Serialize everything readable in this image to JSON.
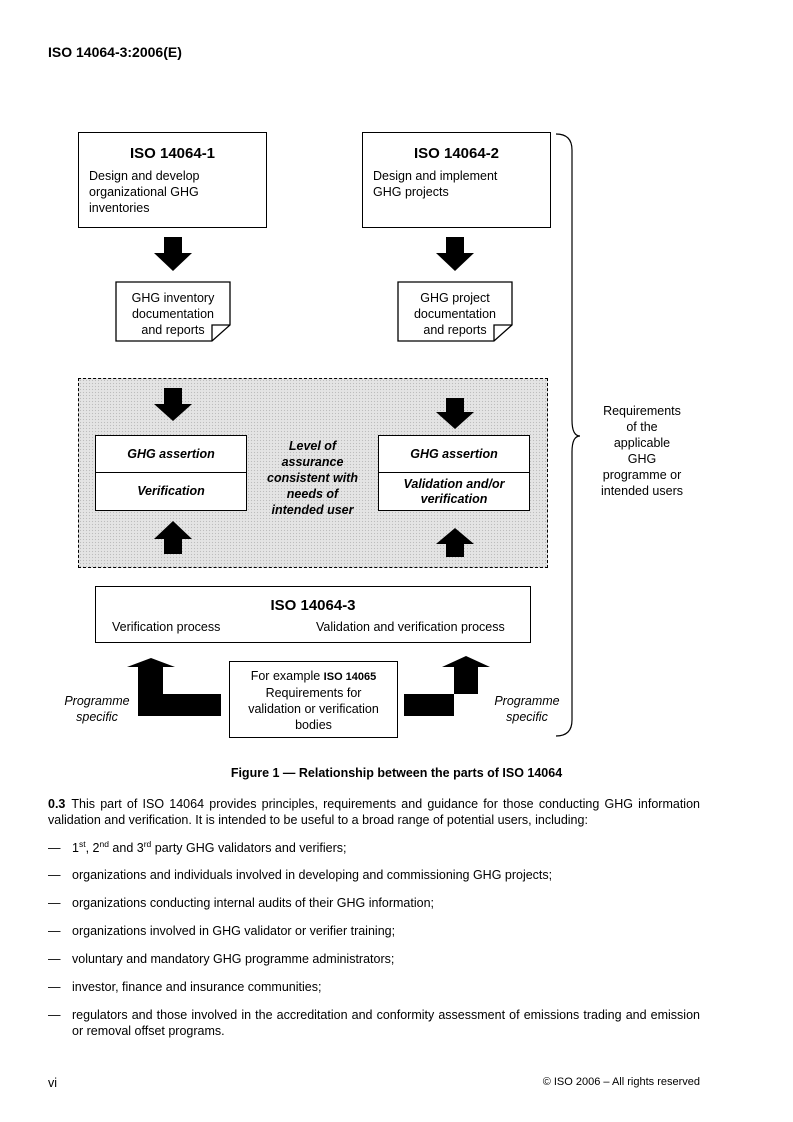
{
  "header": {
    "doc_id": "ISO 14064-3:2006(E)"
  },
  "figure": {
    "iso1": {
      "title": "ISO 14064-1",
      "text": "Design and develop\norganizational GHG\ninventories"
    },
    "iso2": {
      "title": "ISO 14064-2",
      "text": "Design and implement\nGHG projects"
    },
    "doc1": "GHG inventory\ndocumentation\nand reports",
    "doc2": "GHG project\ndocumentation\nand reports",
    "assertion_left": {
      "top": "GHG assertion",
      "bottom": "Verification"
    },
    "assertion_right": {
      "top": "GHG assertion",
      "bottom": "Validation and/or\nverification"
    },
    "level_of_assurance": "Level of\nassurance\nconsistent with\nneeds of\nintended user",
    "iso3": {
      "title": "ISO 14064-3",
      "left": "Verification process",
      "right": "Validation and verification process"
    },
    "iso14065": {
      "prefix": "For example ",
      "bold": "ISO 14065",
      "rest": "Requirements for\nvalidation or verification\nbodies"
    },
    "programme_left": "Programme\nspecific",
    "programme_right": "Programme\nspecific",
    "requirements": "Requirements\nof the\napplicable\nGHG\nprogramme or\nintended users",
    "caption": "Figure 1 — Relationship between the parts of ISO 14064"
  },
  "intro": {
    "number": "0.3",
    "text": "This part of ISO 14064 provides principles, requirements and guidance for those conducting GHG information validation and verification. It is intended to be useful to a broad range of potential users, including:"
  },
  "list": {
    "dash": "—",
    "first": {
      "n1": "1",
      "s1": "st",
      "sep1": ", 2",
      "s2": "nd",
      "sep2": " and 3",
      "s3": "rd",
      "rest": " party GHG validators and verifiers;"
    },
    "items": [
      "organizations and individuals involved in developing and commissioning GHG projects;",
      "organizations conducting internal audits of their GHG information;",
      "organizations involved in GHG validator or verifier training;",
      "voluntary and mandatory GHG programme administrators;",
      "investor, finance and insurance communities;",
      "regulators and those involved in the accreditation and conformity assessment of emissions trading and emission or removal offset programs."
    ]
  },
  "footer": {
    "page": "vi",
    "copyright": "© ISO 2006 – All rights reserved"
  }
}
